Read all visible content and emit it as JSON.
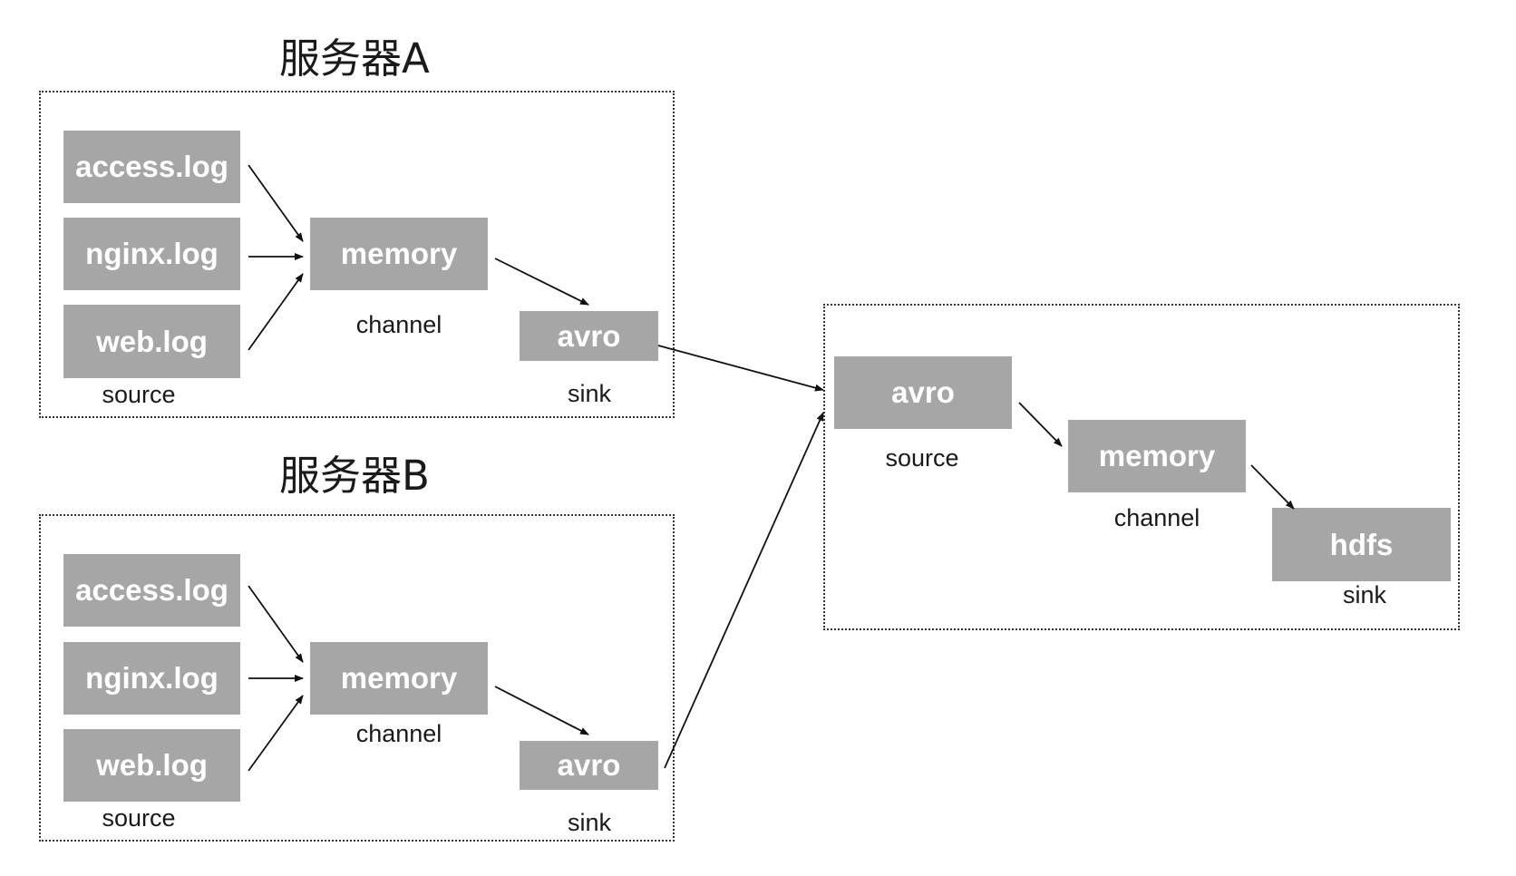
{
  "server_a": {
    "title": "服务器A",
    "sources": [
      "access.log",
      "nginx.log",
      "web.log"
    ],
    "source_label": "source",
    "channel": "memory",
    "channel_label": "channel",
    "sink": "avro",
    "sink_label": "sink"
  },
  "server_b": {
    "title": "服务器B",
    "sources": [
      "access.log",
      "nginx.log",
      "web.log"
    ],
    "source_label": "source",
    "channel": "memory",
    "channel_label": "channel",
    "sink": "avro",
    "sink_label": "sink"
  },
  "collector": {
    "source": "avro",
    "source_label": "source",
    "channel": "memory",
    "channel_label": "channel",
    "sink": "hdfs",
    "sink_label": "sink"
  },
  "colors": {
    "node_fill": "#a6a6a6",
    "node_text": "#ffffff",
    "line": "#111111"
  }
}
